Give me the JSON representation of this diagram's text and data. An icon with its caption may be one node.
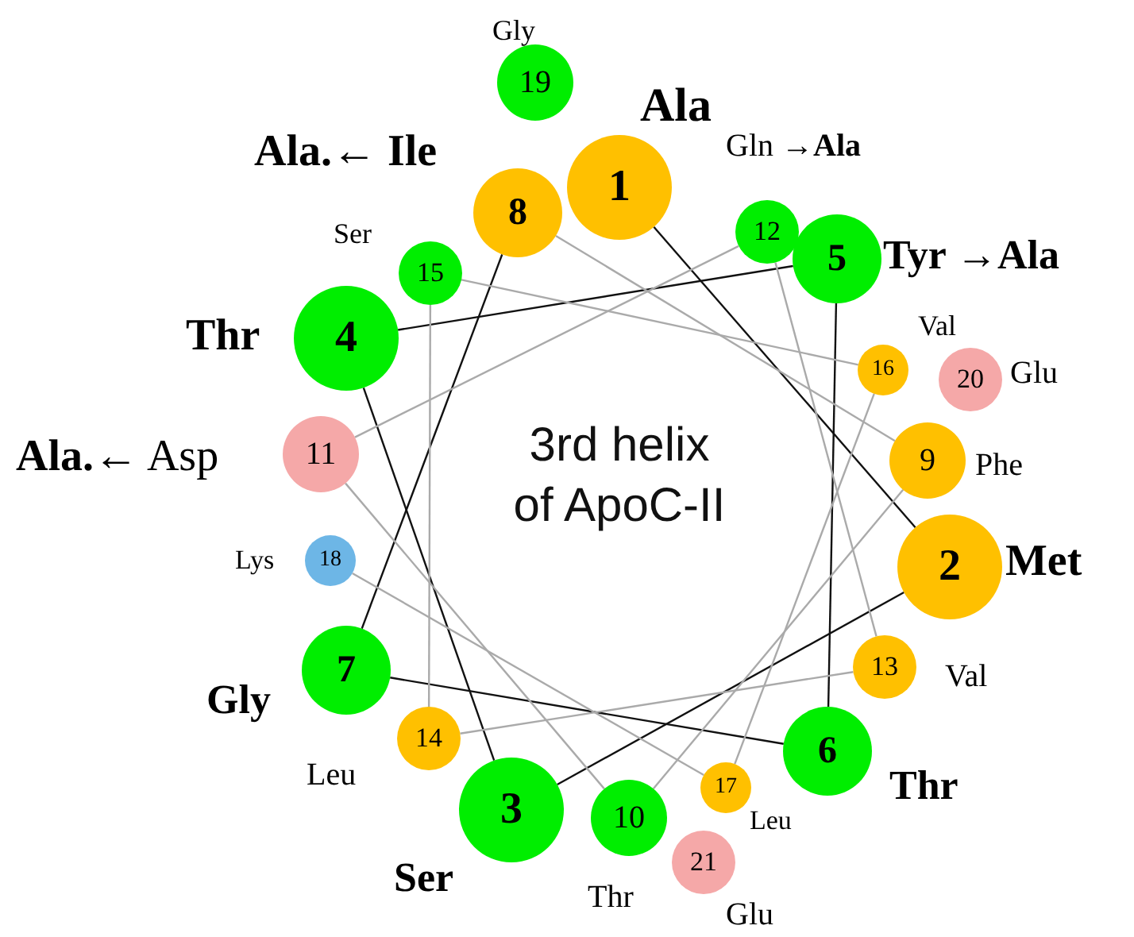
{
  "diagram": {
    "nodes": [
      {
        "text": [
          "1"
        ],
        "beside": [
          "Ala"
        ]
      },
      {
        "text": [
          "2"
        ],
        "beside": [
          "Met"
        ]
      },
      {
        "text": [
          "3"
        ],
        "beside": [
          "Ser"
        ]
      },
      {
        "text": [
          "4"
        ],
        "beside": [
          "Thr"
        ]
      },
      {
        "text": [
          "5"
        ],
        "beside": [
          "Tyr →Ala"
        ]
      },
      {
        "text": [
          "6"
        ],
        "beside": [
          "Thr"
        ]
      },
      {
        "text": [
          "7"
        ],
        "beside": [
          "Gly"
        ]
      },
      {
        "text": [
          "8"
        ],
        "beside": [
          "Ala.← Ile"
        ]
      },
      {
        "text": [
          "9"
        ],
        "beside": [
          "Phe"
        ]
      },
      {
        "text": [
          "10"
        ],
        "beside": [
          "Thr"
        ]
      },
      {
        "text": [
          "11"
        ],
        "beside": [
          "**Ala.**← Asp"
        ]
      },
      {
        "text": [
          "12"
        ],
        "beside": [
          "Gln →**Ala**"
        ]
      },
      {
        "text": [
          "13"
        ],
        "beside": [
          "Val"
        ]
      },
      {
        "text": [
          "14"
        ],
        "beside": [
          "Leu"
        ]
      },
      {
        "text": [
          "15"
        ],
        "beside": [
          "Ser"
        ]
      },
      {
        "text": [
          "16"
        ],
        "beside": [
          "Val"
        ]
      },
      {
        "text": [
          "17"
        ],
        "beside": [
          "Leu"
        ]
      },
      {
        "text": [
          "18"
        ],
        "beside": [
          "Lys"
        ]
      },
      {
        "text": [
          "19"
        ],
        "beside": [
          "Gly"
        ]
      },
      {
        "text": [
          "20"
        ],
        "beside": [
          "Glu"
        ]
      },
      {
        "text": [
          "21"
        ],
        "beside": [
          "Glu"
        ]
      }
    ],
    "edges": [
      {
        "from": 0,
        "to": 1,
        "arrow": "none",
        "color": "#111111"
      },
      {
        "from": 1,
        "to": 2,
        "arrow": "none",
        "color": "#111111"
      },
      {
        "from": 2,
        "to": 3,
        "arrow": "none",
        "color": "#111111"
      },
      {
        "from": 3,
        "to": 4,
        "arrow": "none",
        "color": "#111111"
      },
      {
        "from": 4,
        "to": 5,
        "arrow": "none",
        "color": "#111111"
      },
      {
        "from": 5,
        "to": 6,
        "arrow": "none",
        "color": "#111111"
      },
      {
        "from": 6,
        "to": 7,
        "arrow": "none",
        "color": "#111111"
      },
      {
        "from": 7,
        "to": 8,
        "arrow": "none"
      },
      {
        "from": 8,
        "to": 9,
        "arrow": "none"
      },
      {
        "from": 9,
        "to": 10,
        "arrow": "none"
      },
      {
        "from": 10,
        "to": 11,
        "arrow": "none"
      },
      {
        "from": 11,
        "to": 12,
        "arrow": "none"
      },
      {
        "from": 12,
        "to": 13,
        "arrow": "none"
      },
      {
        "from": 13,
        "to": 14,
        "arrow": "none"
      },
      {
        "from": 14,
        "to": 15,
        "arrow": "none"
      },
      {
        "from": 15,
        "to": 16,
        "arrow": "none"
      },
      {
        "from": 16,
        "to": 17,
        "arrow": "none"
      }
    ],
    "labels": [
      "3rd helix of ApoC-II"
    ]
  }
}
